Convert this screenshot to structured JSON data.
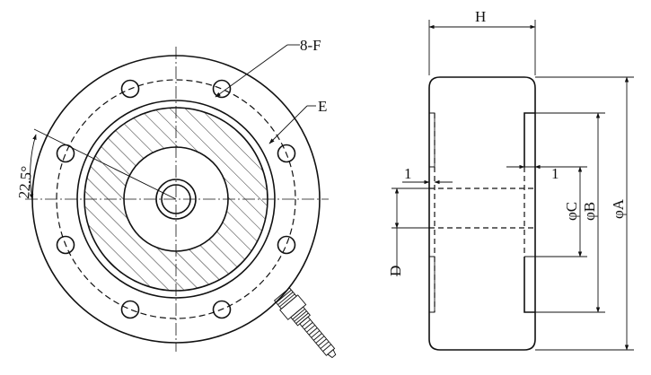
{
  "labels": {
    "bolt_holes": "8-F",
    "pcd": "E",
    "angle": "22.5°",
    "height": "H",
    "gap_left": "1",
    "gap_right": "1",
    "dia_c": "φC",
    "dia_b": "φB",
    "dia_a": "φA",
    "depth": "D"
  },
  "views": {
    "front": {
      "bolt_hole_count": 8
    },
    "side": {}
  }
}
